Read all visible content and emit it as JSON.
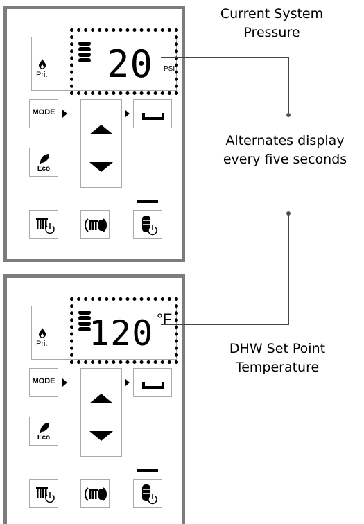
{
  "panels": [
    {
      "pri_label": "Pri.",
      "display_value": "20",
      "display_unit": "PSI",
      "mode_label": "MODE",
      "eco_label": "Eco"
    },
    {
      "pri_label": "Pri.",
      "display_value": "120",
      "display_unit": "°F",
      "mode_label": "MODE",
      "eco_label": "Eco"
    }
  ],
  "annotations": {
    "pressure": "Current System Pressure",
    "alternates": "Alternates display every five seconds",
    "dhw": "DHW Set Point Temperature"
  },
  "icons": {
    "flame": "flame-icon",
    "level": "level-bars-icon",
    "up": "up-arrow-icon",
    "down": "down-arrow-icon",
    "enter": "enter-icon",
    "leaf": "leaf-icon",
    "heating_power": "heating-power-icon",
    "radiator_tank": "radiator-tank-icon",
    "tank_power": "tank-power-icon"
  }
}
